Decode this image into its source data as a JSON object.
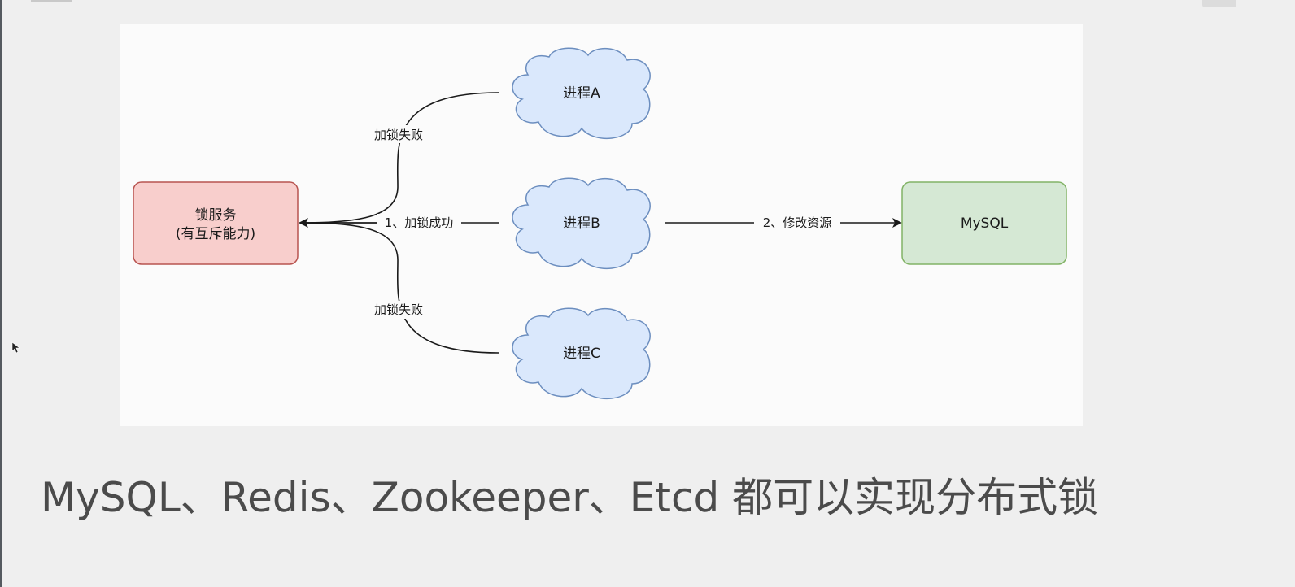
{
  "diagram": {
    "nodes": {
      "lock_service": {
        "line1": "锁服务",
        "line2": "(有互斥能力)",
        "fill": "#f8cecc",
        "stroke": "#b85450"
      },
      "process_a": {
        "label": "进程A"
      },
      "process_b": {
        "label": "进程B"
      },
      "process_c": {
        "label": "进程C"
      },
      "mysql": {
        "label": "MySQL",
        "fill": "#d5e8d4",
        "stroke": "#82b366"
      }
    },
    "edges": {
      "a_to_lock": {
        "label": "加锁失败"
      },
      "b_to_lock": {
        "label": "1、加锁成功"
      },
      "c_to_lock": {
        "label": "加锁失败"
      },
      "b_to_mysql": {
        "label": "2、修改资源"
      }
    },
    "colors": {
      "cloud_fill": "#dae8fc",
      "cloud_stroke": "#6c8ebf",
      "edge": "#1a1a1a"
    }
  },
  "caption": {
    "text": "MySQL、Redis、Zookeeper、Etcd 都可以实现分布式锁"
  }
}
